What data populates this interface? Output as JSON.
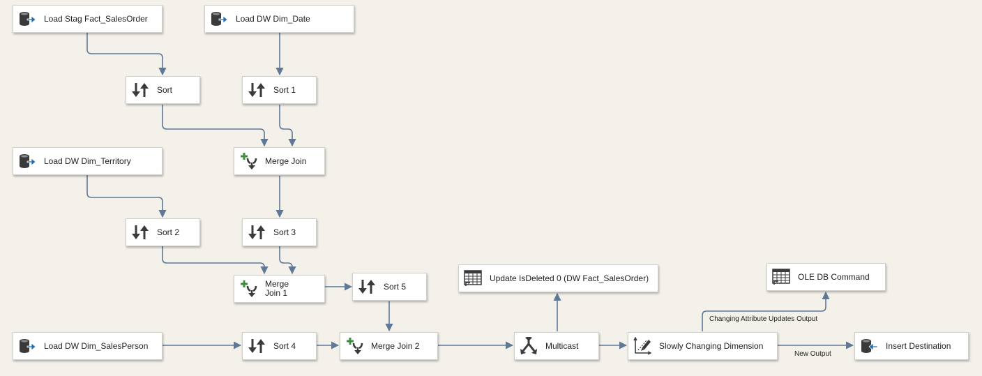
{
  "nodes": {
    "load_stag_fact_salesorder": "Load Stag Fact_SalesOrder",
    "load_dw_dim_date": "Load DW Dim_Date",
    "sort": "Sort",
    "sort_1": "Sort 1",
    "load_dw_dim_territory": "Load DW Dim_Territory",
    "merge_join": "Merge Join",
    "sort_2": "Sort 2",
    "sort_3": "Sort 3",
    "merge_join_1_line1": "Merge",
    "merge_join_1_line2": "Join 1",
    "sort_5": "Sort 5",
    "update_isdeleted": "Update IsDeleted 0 (DW Fact_SalesOrder)",
    "ole_db_command": "OLE DB Command",
    "load_dw_dim_salesperson": "Load DW Dim_SalesPerson",
    "sort_4": "Sort 4",
    "merge_join_2": "Merge Join 2",
    "multicast": "Multicast",
    "slowly_changing_dimension": "Slowly Changing Dimension",
    "insert_destination": "Insert Destination"
  },
  "flow_labels": {
    "changing_attribute_updates_output": "Changing Attribute Updates Output",
    "new_output": "New Output"
  },
  "icons": {
    "source": "database-source-icon",
    "sort": "sort-arrows-icon",
    "merge_join": "merge-join-icon",
    "multicast": "multicast-icon",
    "scd": "scd-icon",
    "command": "grid-command-icon",
    "destination": "database-destination-icon"
  },
  "colors": {
    "background": "#f4f1ea",
    "connector": "#5f7897",
    "source_arrow": "#1f6fb2",
    "merge_plus": "#3e8e3e",
    "icon_dark": "#3a3a3a"
  }
}
